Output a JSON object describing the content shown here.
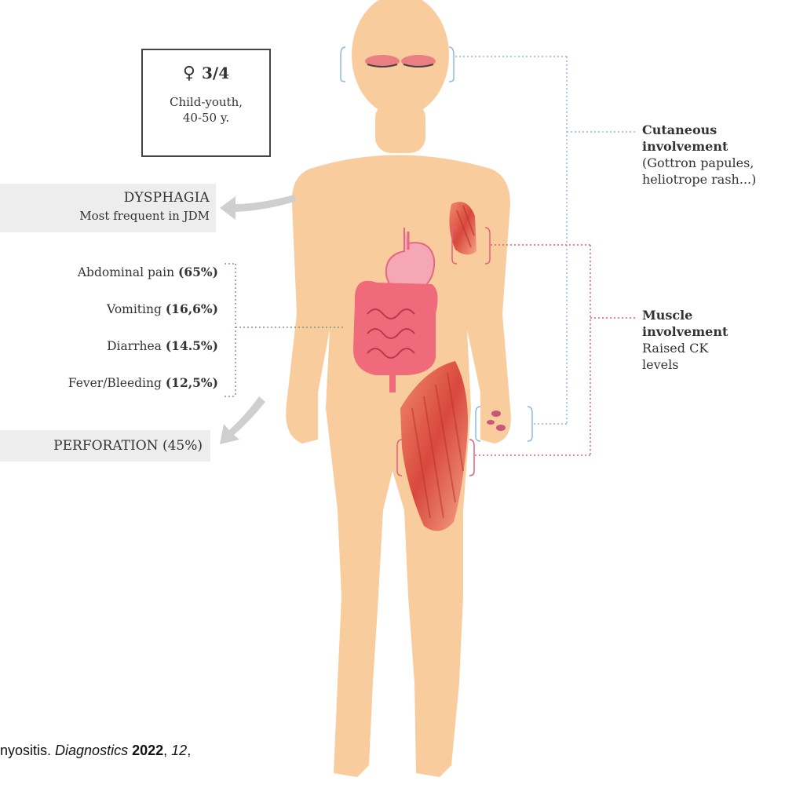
{
  "stat_box": {
    "icon": "female-symbol-icon",
    "ratio": "3/4",
    "age_line1": "Child-youth,",
    "age_line2": "40-50 y."
  },
  "dysphagia": {
    "title": "DYSPHAGIA",
    "subtitle": "Most frequent in JDM"
  },
  "symptoms": [
    {
      "label": "Abdominal pain",
      "value": "(65%)"
    },
    {
      "label": "Vomiting",
      "value": "(16,6%)"
    },
    {
      "label": "Diarrhea",
      "value": "(14.5%)"
    },
    {
      "label": "Fever/Bleeding",
      "value": "(12,5%)"
    }
  ],
  "perforation": "PERFORATION (45%)",
  "cutaneous": {
    "line1": "Cutaneous",
    "line2": "involvement",
    "line3": "(Gottron papules,",
    "line4": "heliotrope rash...)"
  },
  "muscle": {
    "line1": "Muscle",
    "line2": "involvement",
    "line3": "Raised CK",
    "line4": "levels"
  },
  "citation": {
    "text_pre": "nyositis. ",
    "journal": "Diagnostics",
    "year": "2022",
    "sep1": ", ",
    "volume": "12",
    "sep2": ","
  },
  "colors": {
    "skin": "#f9cc9e",
    "muscle": "#e2574c",
    "intestine": "#ef6a7a",
    "banner": "#ededed",
    "cut_line": "#8fb8e0",
    "mus_line": "#e0607a"
  }
}
